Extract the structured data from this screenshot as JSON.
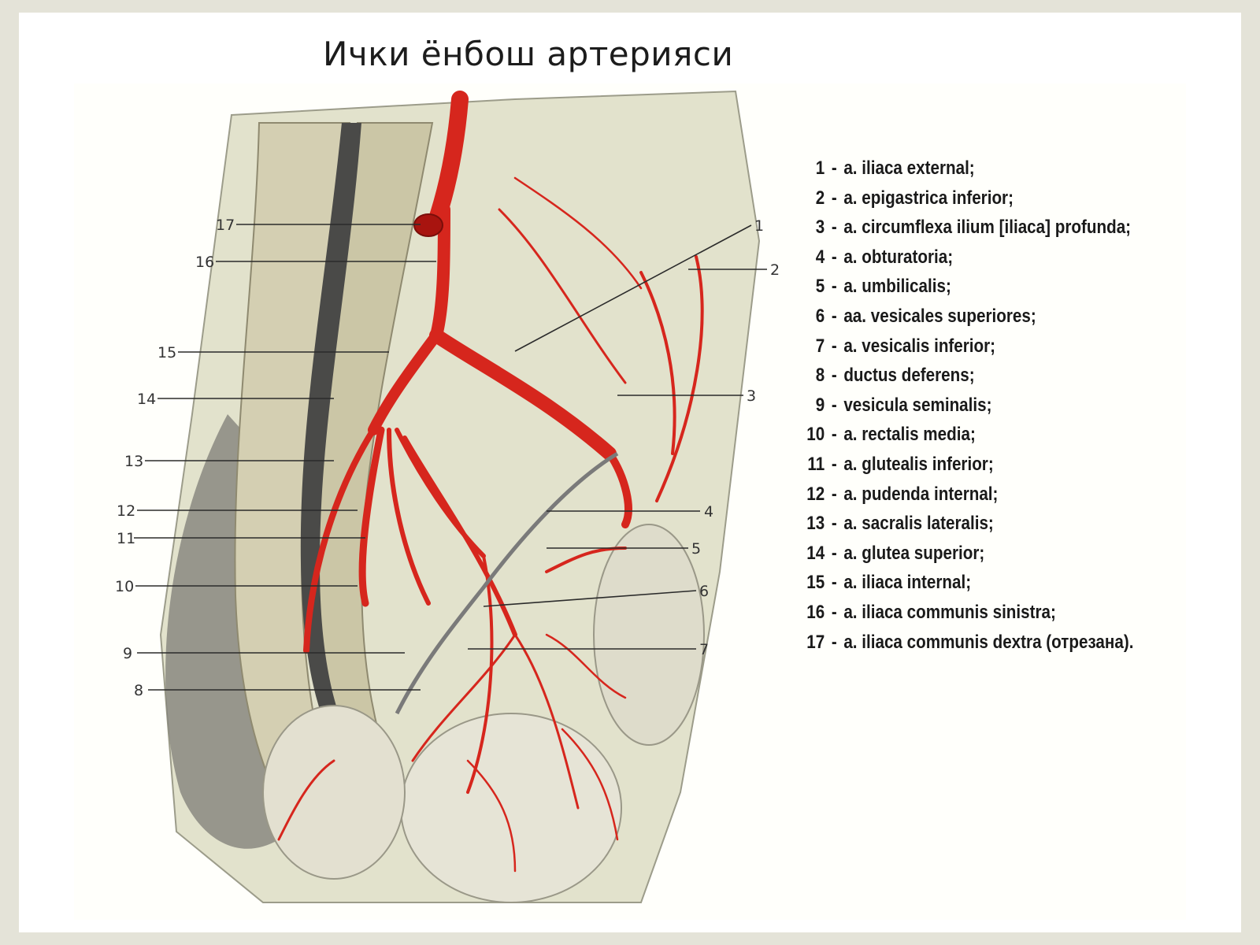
{
  "slide": {
    "title": "Ички ёнбош артерияси"
  },
  "diagram": {
    "callouts_left": [
      "17",
      "16",
      "15",
      "14",
      "13",
      "12",
      "11",
      "10",
      "9",
      "8"
    ],
    "callouts_right": [
      "1",
      "2",
      "3",
      "4",
      "5",
      "6",
      "7"
    ]
  },
  "legend": {
    "separator": "-",
    "items": [
      {
        "num": "1",
        "text": "a. iliaca external;"
      },
      {
        "num": "2",
        "text": "a. epigastrica inferior;"
      },
      {
        "num": "3",
        "text": "a. circumflexa ilium [iliaca] profunda;"
      },
      {
        "num": "4",
        "text": "a. obturatoria;"
      },
      {
        "num": "5",
        "text": "a. umbilicalis;"
      },
      {
        "num": "6",
        "text": "aa. vesicales superiores;"
      },
      {
        "num": "7",
        "text": "a. vesicalis inferior;"
      },
      {
        "num": "8",
        "text": "ductus deferens;"
      },
      {
        "num": "9",
        "text": "vesicula seminalis;"
      },
      {
        "num": "10",
        "text": "a. rectalis media;"
      },
      {
        "num": "11",
        "text": "a. glutealis inferior;"
      },
      {
        "num": "12",
        "text": "a. pudenda internal;"
      },
      {
        "num": "13",
        "text": "a. sacralis lateralis;"
      },
      {
        "num": "14",
        "text": "a. glutea superior;"
      },
      {
        "num": "15",
        "text": "a. iliaca internal;"
      },
      {
        "num": "16",
        "text": "a. iliaca communis sinistra;"
      },
      {
        "num": "17",
        "text": "a. iliaca communis dextra (отрезана)."
      }
    ]
  },
  "colors": {
    "artery": "#d6261d",
    "artery_dark": "#a8140f",
    "tissue": "#dcdcc6",
    "bone": "#cdc9ae",
    "shadow": "#6f6f6a"
  }
}
